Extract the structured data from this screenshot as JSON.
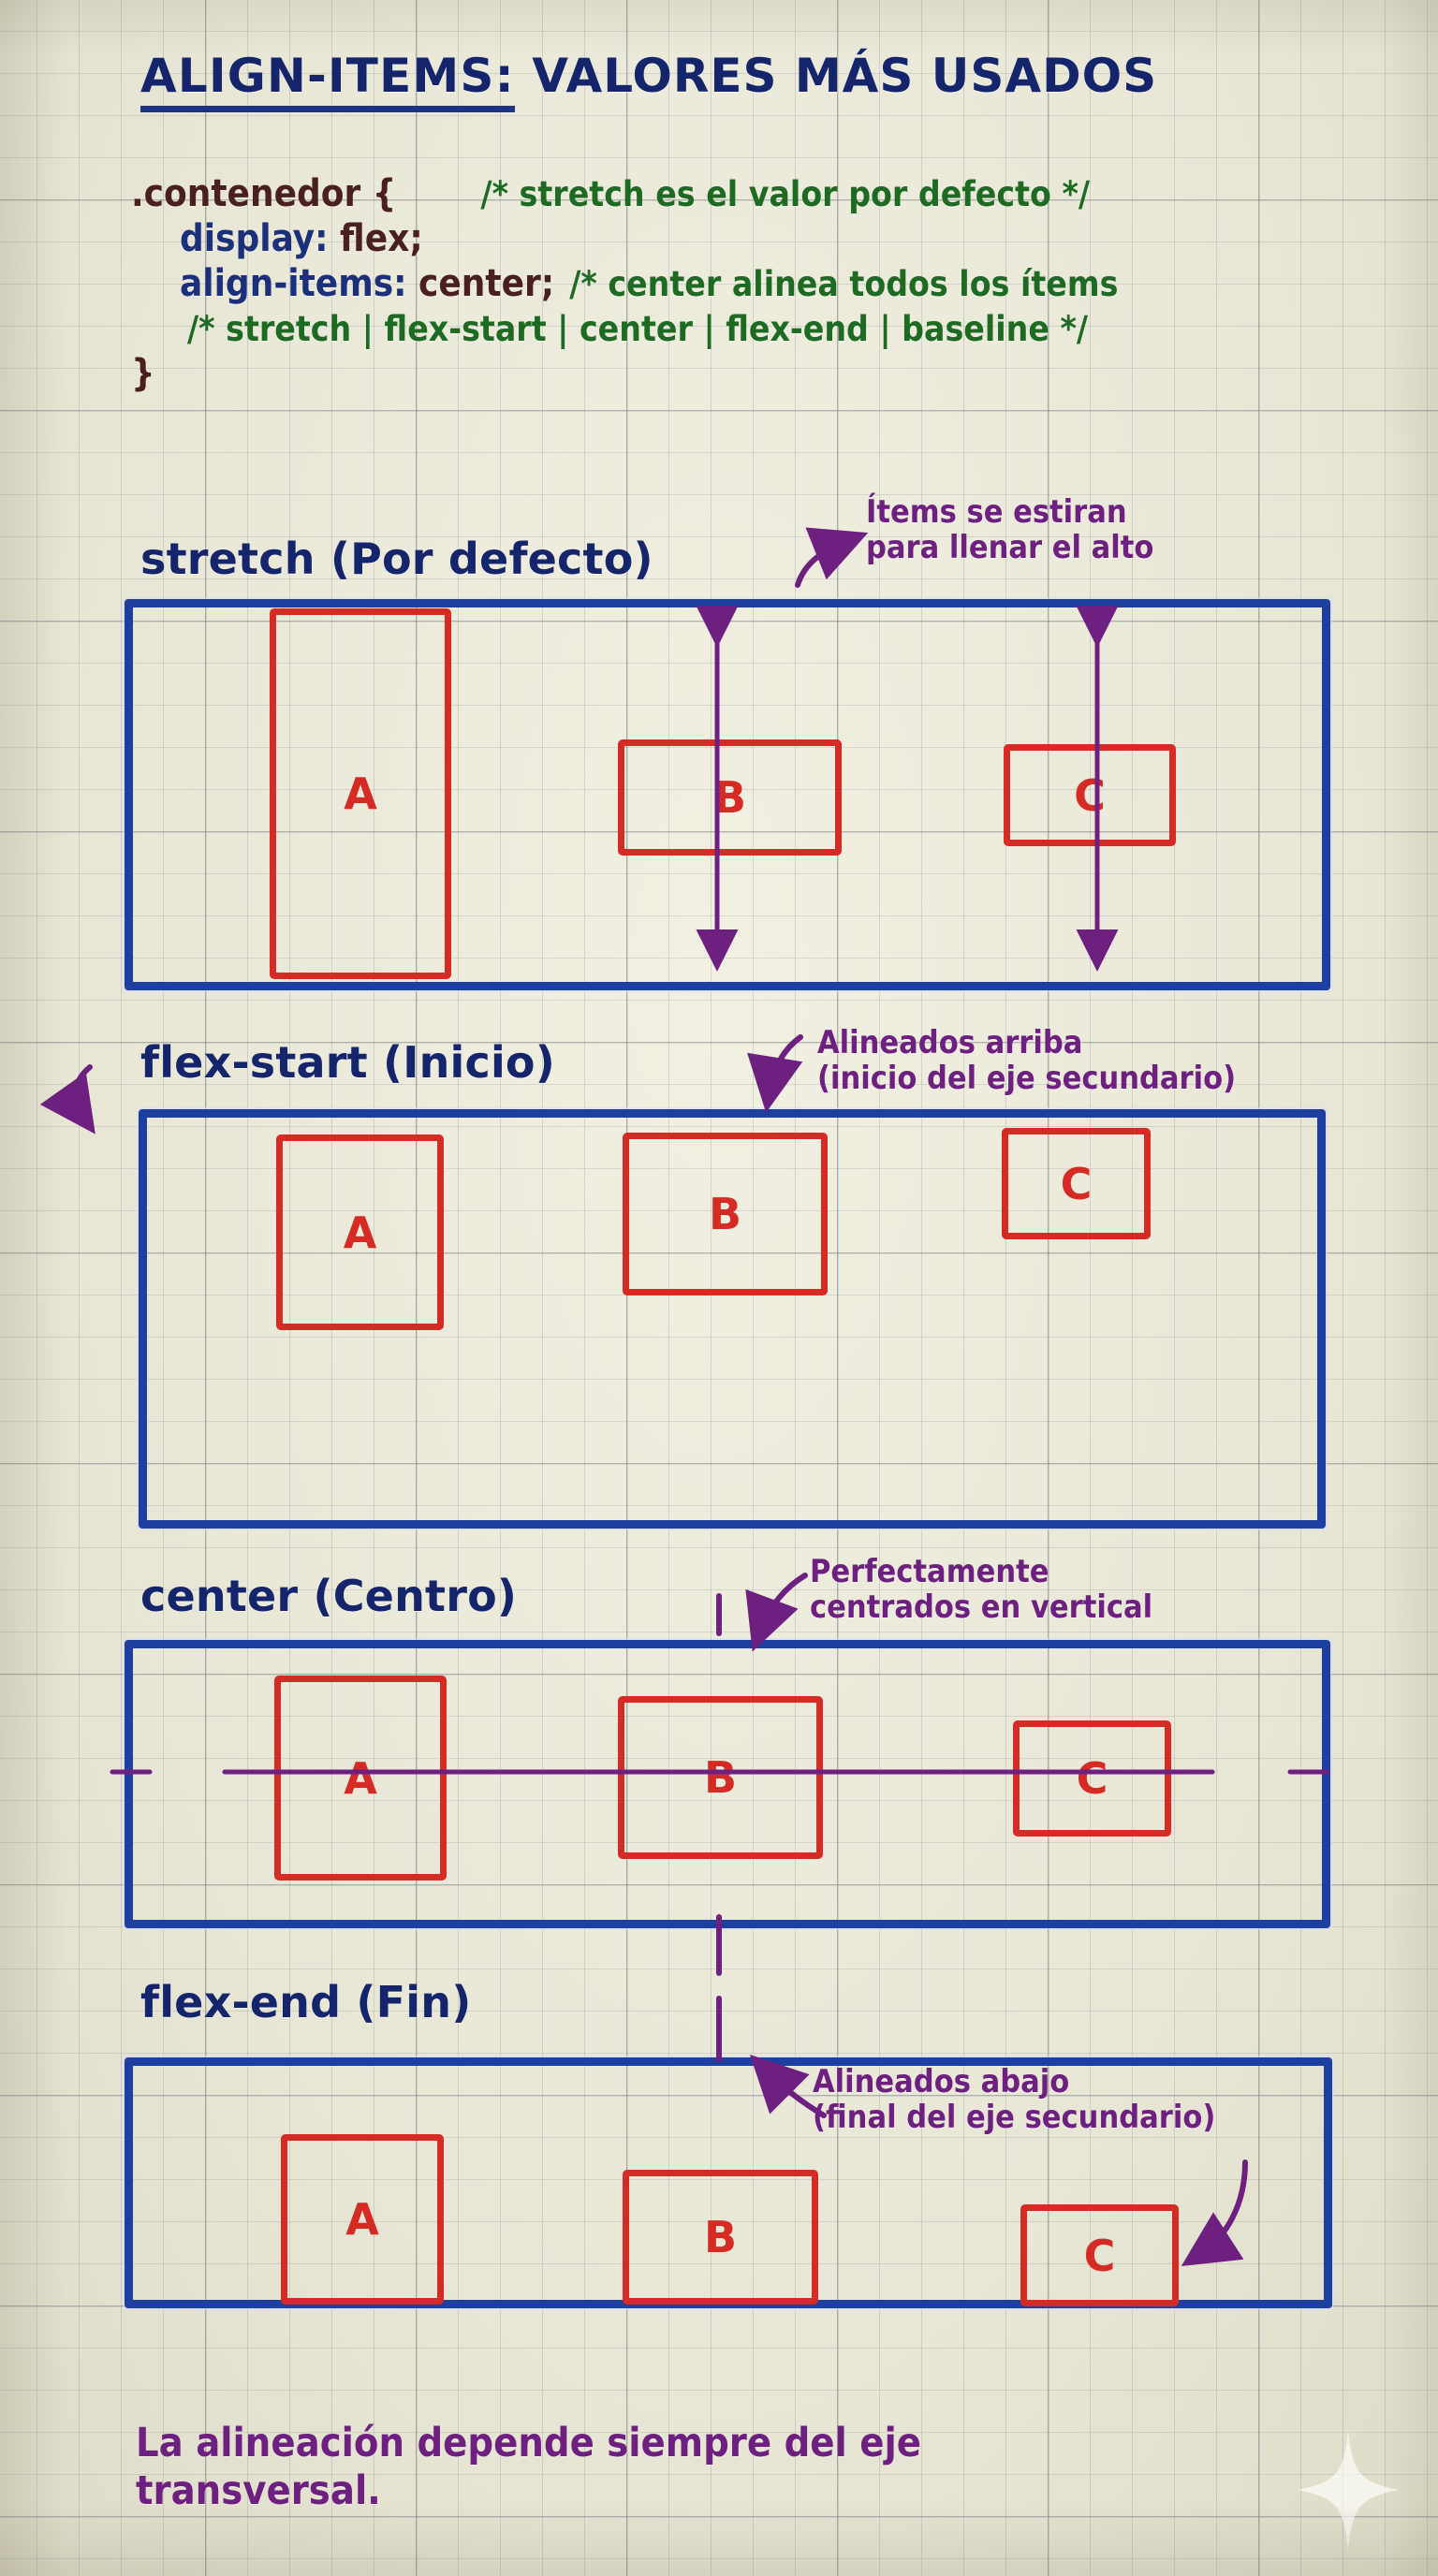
{
  "title": {
    "strong": "ALIGN-ITEMS:",
    "rest": " VALORES MÁS USADOS"
  },
  "code": {
    "line1_selector": ".contenedor {",
    "line1_comment": "/* stretch es el valor por defecto */",
    "line2_prop": "display:",
    "line2_value": " flex;",
    "line3_prop": "align-items:",
    "line3_value": " center;",
    "line3_comment": "/* center alinea todos los ítems",
    "line4_comment": "/* stretch | flex-start | center | flex-end | baseline */",
    "line5_close": "}"
  },
  "sections": [
    {
      "id": "stretch",
      "label": "stretch (Por defecto)",
      "annotation": "Ítems se estiran\npara llenar el alto",
      "items": [
        {
          "label": "A"
        },
        {
          "label": "B"
        },
        {
          "label": "C"
        }
      ]
    },
    {
      "id": "flex-start",
      "label": "flex-start (Inicio)",
      "annotation": "Alineados arriba\n(inicio del eje secundario)",
      "items": [
        {
          "label": "A"
        },
        {
          "label": "B"
        },
        {
          "label": "C"
        }
      ]
    },
    {
      "id": "center",
      "label": "center (Centro)",
      "annotation": "Perfectamente\ncentrados en vertical",
      "items": [
        {
          "label": "A"
        },
        {
          "label": "B"
        },
        {
          "label": "C"
        }
      ]
    },
    {
      "id": "flex-end",
      "label": "flex-end (Fin)",
      "annotation": "Alineados abajo\n(final del eje secundario)",
      "items": [
        {
          "label": "A"
        },
        {
          "label": "B"
        },
        {
          "label": "C"
        }
      ]
    }
  ],
  "footer": "La alineación depende siempre del eje\ntransversal.",
  "colors": {
    "title_blue": "#14256b",
    "container_blue": "#1d3fa0",
    "item_red": "#d62b24",
    "comment_green": "#1d6b22",
    "annotation_purple": "#6d2080",
    "code_brown": "#4a1f1f",
    "paper": "#eceadb"
  }
}
